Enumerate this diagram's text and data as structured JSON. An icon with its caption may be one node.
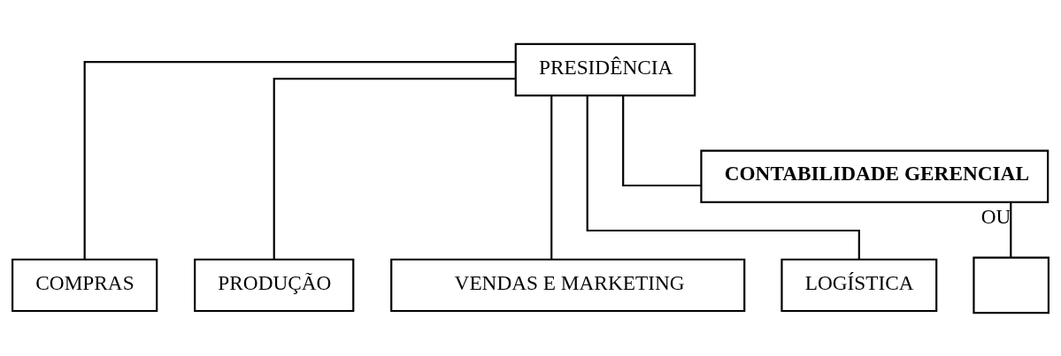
{
  "diagram": {
    "nodes": [
      {
        "text": [
          "PRESIDÊNCIA"
        ]
      },
      {
        "text": [
          "CONTABILIDADE GERENCIAL"
        ]
      },
      {
        "text": [
          "COMPRAS"
        ]
      },
      {
        "text": [
          "PRODUÇÃO"
        ]
      },
      {
        "text": [
          "VENDAS E MARKETING"
        ]
      },
      {
        "text": [
          "LOGÍSTICA"
        ]
      },
      {
        "text": [],
        "shape": "box"
      }
    ],
    "edges": [
      {
        "from": 0,
        "to": 1,
        "arrow": "none"
      },
      {
        "from": 0,
        "to": 2,
        "arrow": "none"
      },
      {
        "from": 0,
        "to": 3,
        "arrow": "none"
      },
      {
        "from": 0,
        "to": 4,
        "arrow": "none"
      },
      {
        "from": 0,
        "to": 5,
        "arrow": "none"
      },
      {
        "from": 1,
        "to": 6,
        "label": "OU",
        "arrow": "none"
      }
    ]
  }
}
